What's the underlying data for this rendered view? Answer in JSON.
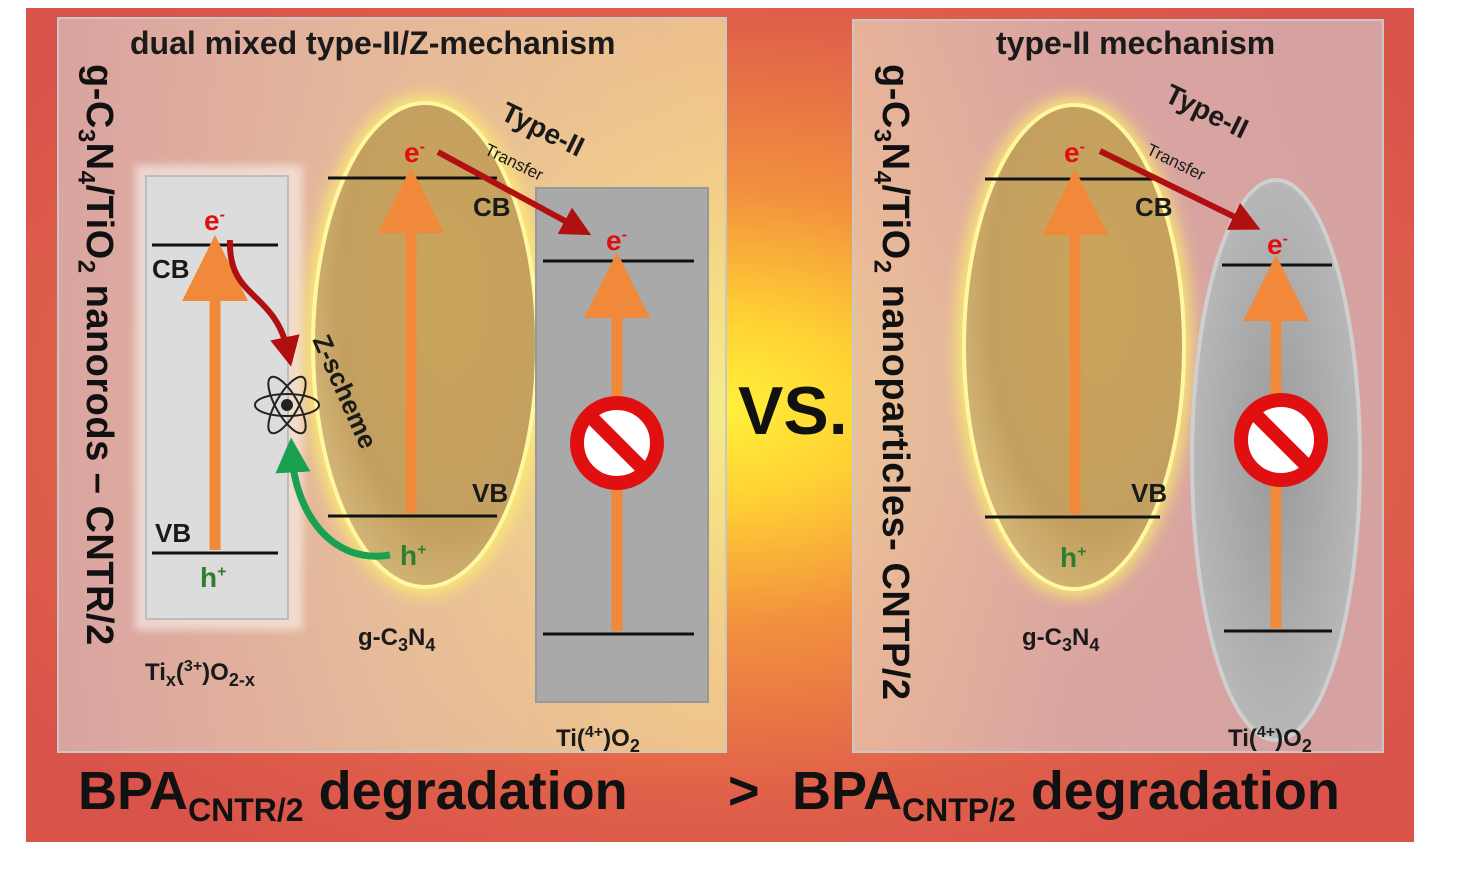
{
  "left_panel": {
    "title": "dual mixed type-II/Z-mechanism",
    "side_title_main": "g-C",
    "side_title_3": "3",
    "side_title_n": "N",
    "side_title_4": "4",
    "side_title_ti": "/TiO",
    "side_title_2": "2",
    "side_title_rest": " nanorods – CNTR/2",
    "tix_label_main": "Ti",
    "tix_label_x": "x",
    "tix_label_paren": "(",
    "tix_label_3plus": "3+",
    "tix_label_close": ")O",
    "tix_label_2x": "2-x",
    "gcn_label_main": "g-C",
    "gcn_label_3": "3",
    "gcn_label_n": "N",
    "gcn_label_4": "4",
    "ti4_label_main": "Ti(",
    "ti4_label_4plus": "4+",
    "ti4_label_close": ")O",
    "ti4_label_2": "2",
    "cb_tix": "CB",
    "vb_tix": "VB",
    "cb_gcn": "CB",
    "vb_gcn": "VB",
    "electron": "e",
    "electron_sup": "-",
    "hole": "h",
    "hole_sup": "+",
    "type2_label": "Type-II",
    "transfer_label": "Transfer",
    "zscheme_label": "Z-scheme"
  },
  "center_label": "VS.",
  "right_panel": {
    "title": "type-II mechanism",
    "side_title_main": "g-C",
    "side_title_3": "3",
    "side_title_n": "N",
    "side_title_4": "4",
    "side_title_ti": "/TiO",
    "side_title_2": "2",
    "side_title_rest": " nanoparticles- CNTP/2",
    "gcn_label_main": "g-C",
    "gcn_label_3": "3",
    "gcn_label_n": "N",
    "gcn_label_4": "4",
    "ti4_label_main": "Ti(",
    "ti4_label_4plus": "4+",
    "ti4_label_close": ")O",
    "ti4_label_2": "2",
    "cb_gcn": "CB",
    "vb_gcn": "VB",
    "electron": "e",
    "electron_sup": "-",
    "hole": "h",
    "hole_sup": "+",
    "type2_label": "Type-II",
    "transfer_label": "Transfer"
  },
  "bottom": {
    "bpa1": "BPA",
    "bpa1_sub": "CNTR/2",
    "degradation1": " degradation",
    "gt": ">",
    "bpa2": "BPA",
    "bpa2_sub": "CNTP/2",
    "degradation2": " degradation"
  },
  "colors": {
    "frame_red": "#d9534a",
    "panel_pink": "#d8a8a8",
    "sun_yellow": "#fff23a",
    "orange_arrow": "#f08a3a",
    "electron_red": "#e01010",
    "hole_green": "#2e7d32",
    "type2_arrow": "#b01010",
    "zscheme_green": "#1aa050",
    "gray_box": "#a9a9a9",
    "light_gray_box": "#dcdcdc"
  }
}
